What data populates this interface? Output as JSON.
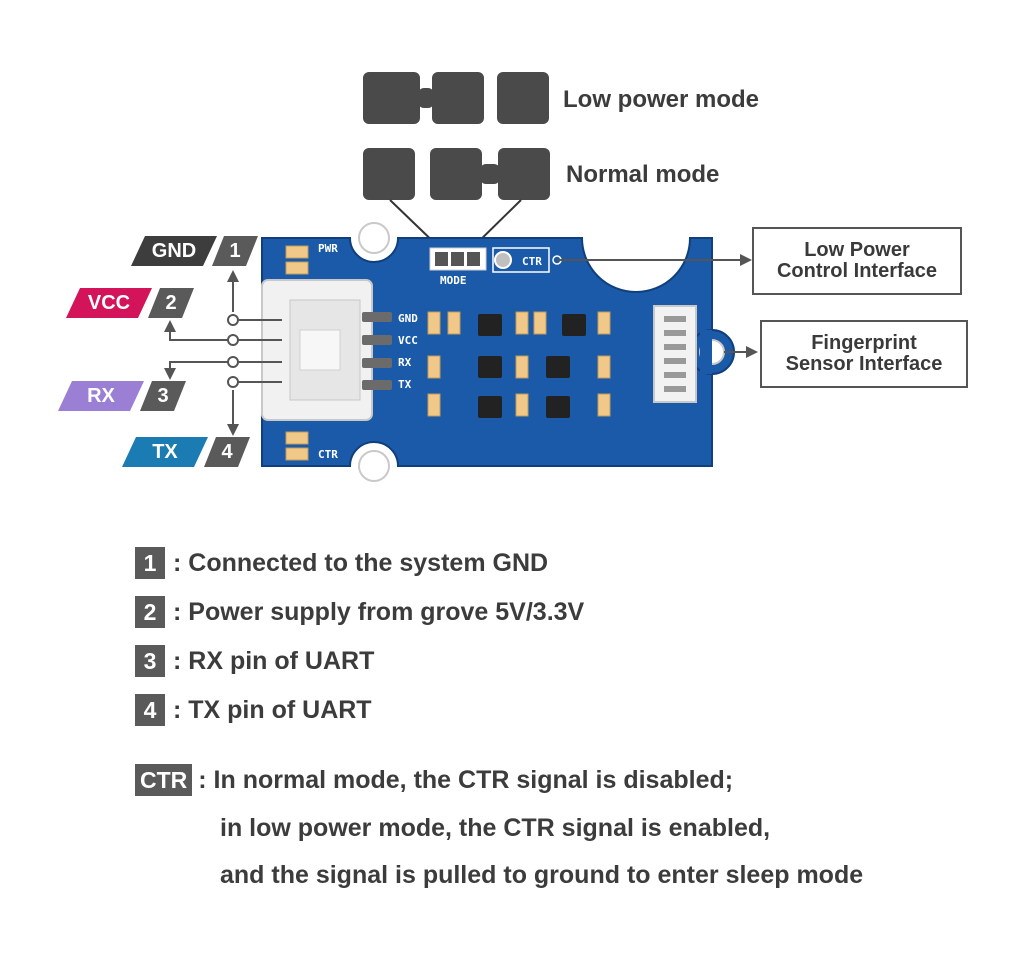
{
  "modes": {
    "low_power_label": "Low power mode",
    "normal_label": "Normal mode"
  },
  "pins": [
    {
      "name": "GND",
      "number": "1",
      "color": "#3d3d3d"
    },
    {
      "name": "VCC",
      "number": "2",
      "color": "#d4145a"
    },
    {
      "name": "RX",
      "number": "3",
      "color": "#9b7fd4"
    },
    {
      "name": "TX",
      "number": "4",
      "color": "#1b7bb3"
    }
  ],
  "board": {
    "connector_labels": [
      "GND",
      "VCC",
      "RX",
      "TX"
    ],
    "pwr_label": "PWR",
    "ctr_label_top": "CTR",
    "ctr_label_bottom": "CTR",
    "mode_label": "MODE",
    "board_color": "#1a5aa8"
  },
  "callouts": {
    "low_power_interface": [
      "Low Power",
      "Control Interface"
    ],
    "fingerprint_interface": [
      "Fingerprint",
      "Sensor Interface"
    ]
  },
  "legend": [
    {
      "badge": "1",
      "text": ": Connected to the system GND"
    },
    {
      "badge": "2",
      "text": ": Power supply from grove 5V/3.3V"
    },
    {
      "badge": "3",
      "text": ": RX pin of UART"
    },
    {
      "badge": "4",
      "text": ": TX pin of UART"
    }
  ],
  "ctr_note": {
    "badge": "CTR",
    "line1": ": In normal mode, the CTR signal is disabled;",
    "line2": "in low power mode, the CTR signal is enabled,",
    "line3": "and the signal is pulled to ground to enter sleep mode"
  }
}
